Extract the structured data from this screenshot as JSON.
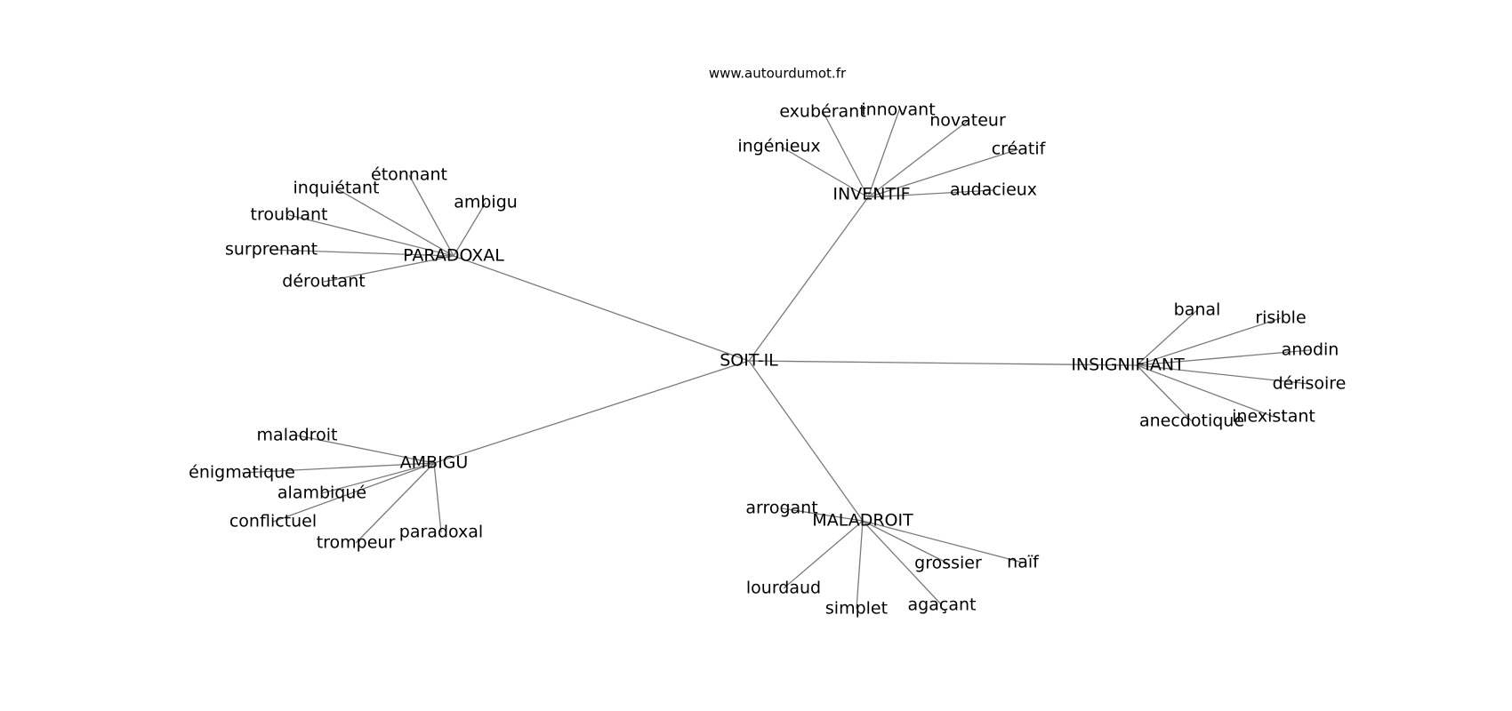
{
  "source": "www.autourdumot.fr",
  "root": "SOIT-IL",
  "groups": [
    {
      "label": "INVENTIF",
      "words": [
        "exubérant",
        "innovant",
        "novateur",
        "ingénieux",
        "créatif",
        "audacieux"
      ]
    },
    {
      "label": "PARADOXAL",
      "words": [
        "étonnant",
        "inquiétant",
        "ambigu",
        "troublant",
        "surprenant",
        "déroutant"
      ]
    },
    {
      "label": "INSIGNIFIANT",
      "words": [
        "banal",
        "risible",
        "anodin",
        "dérisoire",
        "inexistant",
        "anecdotique"
      ]
    },
    {
      "label": "AMBIGU",
      "words": [
        "maladroit",
        "énigmatique",
        "alambiqué",
        "conflictuel",
        "trompeur",
        "paradoxal"
      ]
    },
    {
      "label": "MALADROIT",
      "words": [
        "arrogant",
        "grossier",
        "naïf",
        "lourdaud",
        "simplet",
        "agaçant"
      ]
    }
  ]
}
